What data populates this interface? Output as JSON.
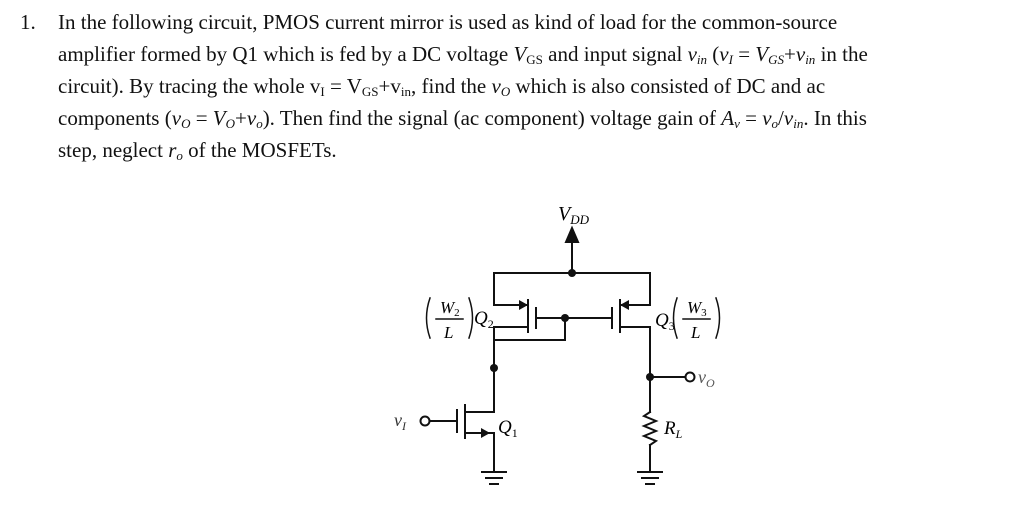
{
  "question": {
    "number": "1.",
    "lines": [
      [
        "In the following circuit, PMOS current mirror is used as kind of load for the common-source"
      ],
      [
        "amplifier formed by Q1 which is fed by a DC voltage ",
        {
          "i": "V",
          "sub": "GS"
        },
        " and input signal ",
        {
          "i": "v",
          "sub": "in",
          "subi": true
        },
        " (",
        {
          "i": "v",
          "sub": "I",
          "subi": true
        },
        " = ",
        {
          "i": "V",
          "sub": "GS",
          "subi": true
        },
        "+",
        {
          "i": "v",
          "sub": "in",
          "subi": true
        },
        " in the"
      ],
      [
        "circuit). By tracing the whole v",
        {
          "sub": "I"
        },
        " = V",
        {
          "sub": "GS"
        },
        "+v",
        {
          "sub": "in"
        },
        ", find the ",
        {
          "i": "v",
          "sub": "O",
          "subi": true
        },
        " which is also consisted of DC and ac"
      ],
      [
        "components (",
        {
          "i": "v",
          "sub": "O",
          "subi": true
        },
        " = ",
        {
          "i": "V",
          "sub": "O",
          "subi": true
        },
        "+",
        {
          "i": "v",
          "sub": "o",
          "subi": true
        },
        "). Then find the signal (ac component) voltage gain of ",
        {
          "i": "A",
          "sub": "v",
          "subi": true
        },
        " = ",
        {
          "i": "v"
        },
        {
          "i": "",
          "sub": "o",
          "subi": true
        },
        "/",
        {
          "i": "v",
          "sub": "in",
          "subi": true
        },
        ". In this"
      ],
      [
        "step, neglect ",
        {
          "i": "r",
          "sub": "o",
          "subi": true
        },
        " of the MOSFETs."
      ]
    ]
  },
  "circuit": {
    "vdd_label": "V",
    "vdd_sub": "DD",
    "q2_label": "Q",
    "q2_sub": "2",
    "q3_label": "Q",
    "q3_sub": "3",
    "q1_label": "Q",
    "q1_sub": "1",
    "w2_label": "W",
    "w2_sub": "2",
    "w3_label": "W",
    "w3_sub": "3",
    "l_label": "L",
    "vi_label": "v",
    "vi_sub": "I",
    "vo_label": "v",
    "vo_sub": "O",
    "rl_label": "R",
    "rl_sub": "L"
  }
}
